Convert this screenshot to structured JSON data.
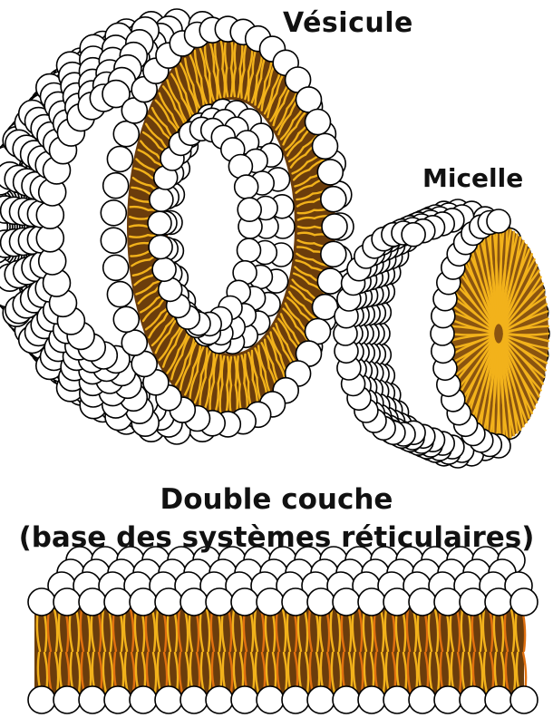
{
  "labels": {
    "vesicle": "Vésicule",
    "micelle": "Micelle",
    "bilayer_line1": "Double couche",
    "bilayer_line2": "(base des systèmes réticulaires)"
  },
  "colors": {
    "head_fill": "#ffffff",
    "head_stroke": "#000000",
    "tail_gold": "#f2b21b",
    "tail_dark": "#6b3d0c",
    "tail_orange": "#e0700f",
    "tail_core": "#8a5410"
  }
}
